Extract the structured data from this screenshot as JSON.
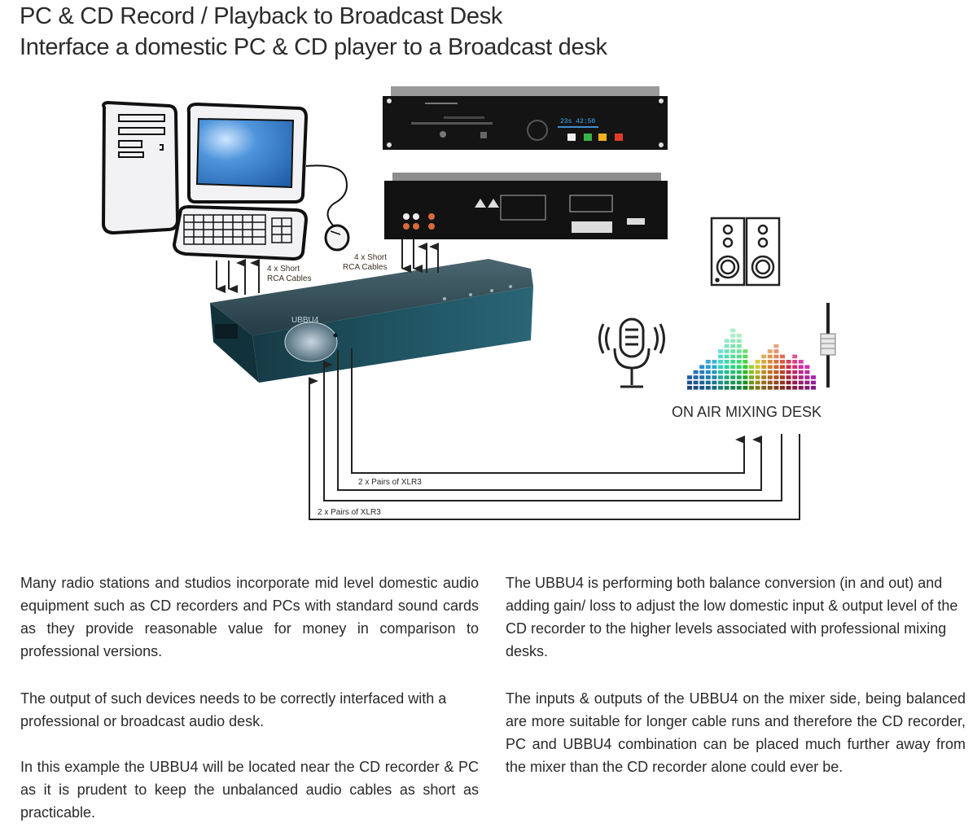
{
  "header": {
    "title": "PC & CD Record / Playback to Broadcast Desk",
    "subtitle": "Interface a domestic PC & CD player to a Broadcast desk"
  },
  "diagram": {
    "nodes": {
      "pc": "PC (tower, monitor, keyboard, mouse)",
      "cd_front": "CD recorder (front panel)",
      "cd_rear": "CD recorder (rear panel)",
      "interface_unit": "UBBU4",
      "mixing_desk": "ON AIR MIXING DESK"
    },
    "labels": {
      "pc_cables": [
        "4 x Short",
        "RCA Cables"
      ],
      "cd_cables": [
        "4 x Short",
        "RCA Cables"
      ],
      "xlr_upper": "2 x Pairs of XLR3",
      "xlr_lower": "2 x Pairs of XLR3",
      "desk": "ON AIR MIXING DESK",
      "unit_badge": "UBBU4"
    },
    "colors": {
      "unit_body": "#1f4f5c",
      "screen": "#3a7fc8",
      "line": "#222222"
    }
  },
  "body": {
    "left": [
      "Many radio stations and studios incorporate mid level domestic audio equipment such as CD recorders and PCs with standard sound cards as they provide reasonable value for money in comparison to professional versions.",
      "The output of such devices needs to be correctly interfaced with a professional or broadcast audio desk.",
      "In this example the UBBU4 will be located near the CD recorder & PC as it is prudent to keep the unbalanced audio cables as short as practicable."
    ],
    "right": [
      "The UBBU4 is performing both balance conversion (in and out) and adding gain/ loss  to adjust the low domestic input & output level of the CD recorder to the higher levels associated with professional mixing desks.",
      "The inputs & outputs of the UBBU4 on the mixer side, being balanced are more suitable for longer cable runs and therefore the CD recorder, PC and UBBU4 combination can be placed much further away from the mixer than the CD recorder alone could ever be."
    ]
  }
}
